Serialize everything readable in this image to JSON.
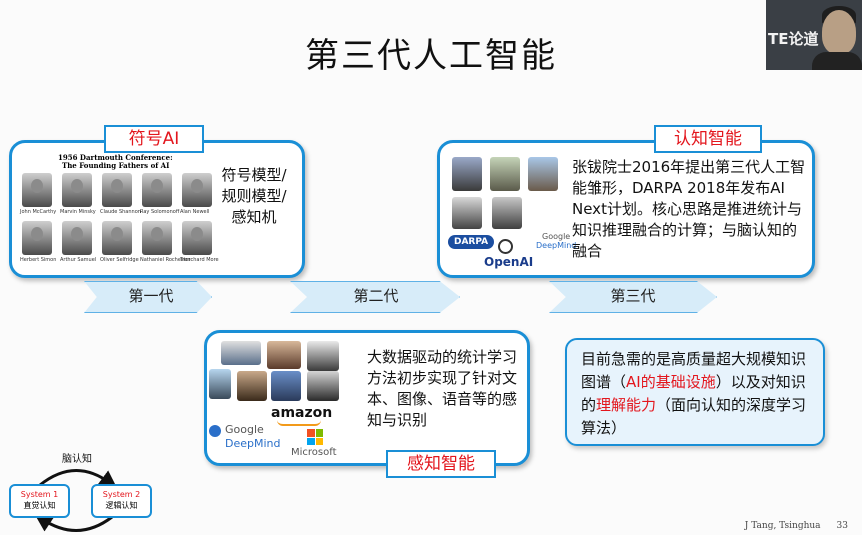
{
  "title": "第三代人工智能",
  "watermark": "TE论道",
  "symbolic": {
    "tag": "符号AI",
    "photo_title": "1956 Dartmouth Conference:",
    "photo_subtitle": "The Founding Fathers of AI",
    "people": [
      "John McCarthy",
      "Marvin Minsky",
      "Claude Shannon",
      "Ray Solomonoff",
      "Alan Newell",
      "Herbert Simon",
      "Arthur Samuel",
      "Oliver Selfridge",
      "Nathaniel Rochester",
      "Trenchard More"
    ],
    "desc": "符号模型/规则模型/感知机"
  },
  "perception": {
    "tag": "感知智能",
    "desc": "大数据驱动的统计学习方法初步实现了针对文本、图像、语音等的感知与识别",
    "logos": {
      "amazon": "amazon",
      "google": "Google",
      "deepmind": "DeepMind",
      "microsoft": "Microsoft"
    }
  },
  "cognitive": {
    "tag": "认知智能",
    "desc": "张钹院士2016年提出第三代人工智能雏形，DARPA 2018年发布AI Next计划。核心思路是推进统计与知识推理融合的计算；与脑认知的融合",
    "logos": {
      "darpa": "DARPA",
      "openai": "OpenAI",
      "google": "Google",
      "deepmind": "DeepMind"
    }
  },
  "timeline": [
    "第一代",
    "第二代",
    "第三代"
  ],
  "note": {
    "part1": "目前急需的是高质量超大规模知识图谱（",
    "highlight1": "AI的基础设施",
    "part2": "）以及对知识的",
    "highlight2": "理解能力",
    "part3": "（面向认知的深度学习算法）"
  },
  "brain": {
    "label": "脑认知",
    "sys1_title": "System 1",
    "sys1_sub": "直觉认知",
    "sys2_title": "System 2",
    "sys2_sub": "逻辑认知"
  },
  "footer": {
    "author": "J Tang, Tsinghua",
    "page": "33"
  },
  "colors": {
    "accent": "#1a8fd6",
    "highlight": "#e3161d",
    "arrow_fill": "#d7ecf9"
  }
}
